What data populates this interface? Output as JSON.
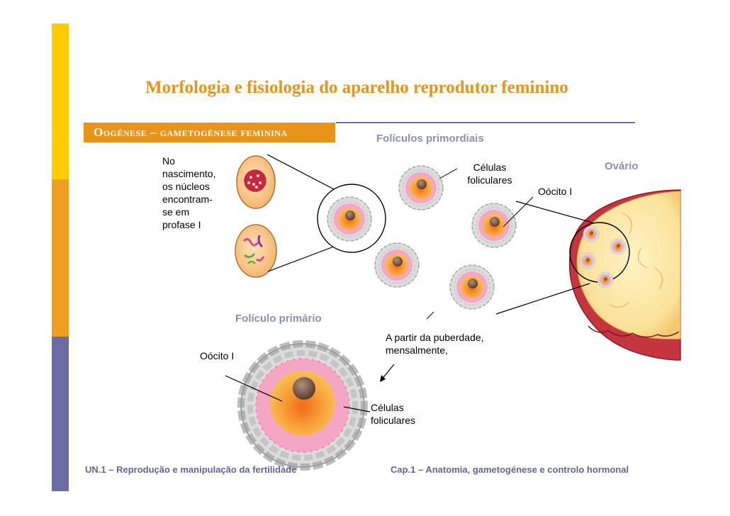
{
  "slide": {
    "title": "Morfologia e fisiologia do aparelho reprodutor feminino",
    "section_label": "Oogénese – gametogénese feminina",
    "colors": {
      "accent": "#e8931a",
      "yellow": "#ffcc00",
      "purple": "#6b6ba6",
      "heading": "#8d8db8"
    }
  },
  "diagram": {
    "headings": {
      "primordial": "Folículos primordiais",
      "primary": "Folículo primário",
      "ovary": "Ovário"
    },
    "birth_note": [
      "No",
      "nascimento,",
      "os núcleos",
      "encontram-",
      "se em",
      "profase I"
    ],
    "labels": {
      "follicular_cells_top": [
        "Células",
        "foliculares"
      ],
      "oocyte_top": "Oócito I",
      "puberty": [
        "A partir da puberdade,",
        "mensalmente,"
      ],
      "oocyte_bottom": "Oócito I",
      "follicular_cells_bottom": [
        "Células",
        "foliculares"
      ]
    }
  },
  "footer": {
    "left": "UN.1 – Reprodução e manipulação da fertilidade",
    "right": "Cap.1 – Anatomia, gametogénese e controlo hormonal"
  }
}
